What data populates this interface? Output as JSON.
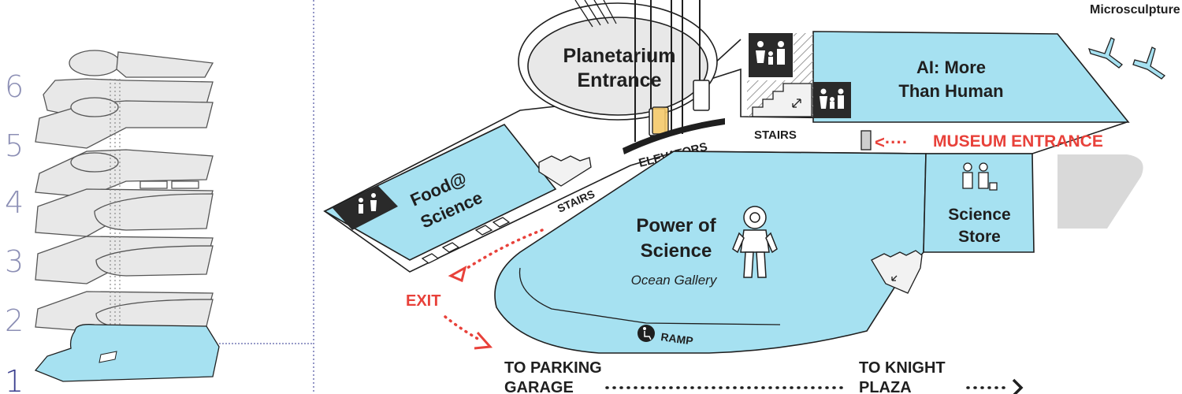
{
  "colors": {
    "gallery": "#a6e1f1",
    "floor": "#ffffff",
    "outline": "#1f1f1f",
    "accent_red": "#e8413a",
    "floor_numbers": "#8c8fb5",
    "inactive_floor": "#e8e8e8"
  },
  "floor_selector": {
    "floors": [
      "6",
      "5",
      "4",
      "3",
      "2",
      "1"
    ],
    "active_floor": "1"
  },
  "labels": {
    "microsculpture": "Microsculpture",
    "planetarium_line1": "Planetarium",
    "planetarium_line2": "Entrance",
    "ai_line1": "AI: More",
    "ai_line2": "Than Human",
    "elevators": "ELEVATORS",
    "stairs_top": "STAIRS",
    "stairs_left": "STAIRS",
    "museum_entrance": "MUSEUM ENTRANCE",
    "food_line1": "Food@",
    "food_line2": "Science",
    "power_line1": "Power of",
    "power_line2": "Science",
    "ocean_gallery": "Ocean Gallery",
    "science_store_line1": "Science",
    "science_store_line2": "Store",
    "exit": "EXIT",
    "ramp": "RAMP",
    "parking_line1": "TO PARKING",
    "parking_line2": "GARAGE",
    "knight_line1": "TO KNIGHT",
    "knight_line2": "PLAZA"
  },
  "icons": [
    "restroom-family-icon",
    "restroom-icon",
    "stairs-icon",
    "elevator-icon",
    "wheelchair-icon",
    "diver-suit-icon",
    "shopper-icon",
    "bench-icon",
    "sculpture-icon"
  ]
}
